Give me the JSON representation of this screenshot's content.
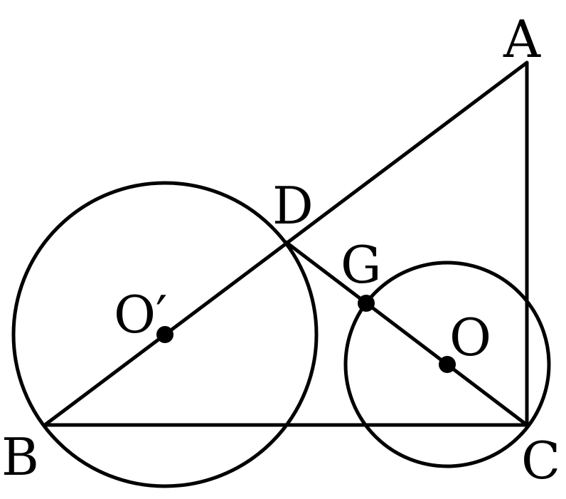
{
  "labels": {
    "A": "A",
    "B": "B",
    "C": "C",
    "D": "D",
    "G": "G",
    "O": "O",
    "O_prime": "O′"
  },
  "colors": {
    "stroke": "#000000",
    "background": "#ffffff"
  }
}
